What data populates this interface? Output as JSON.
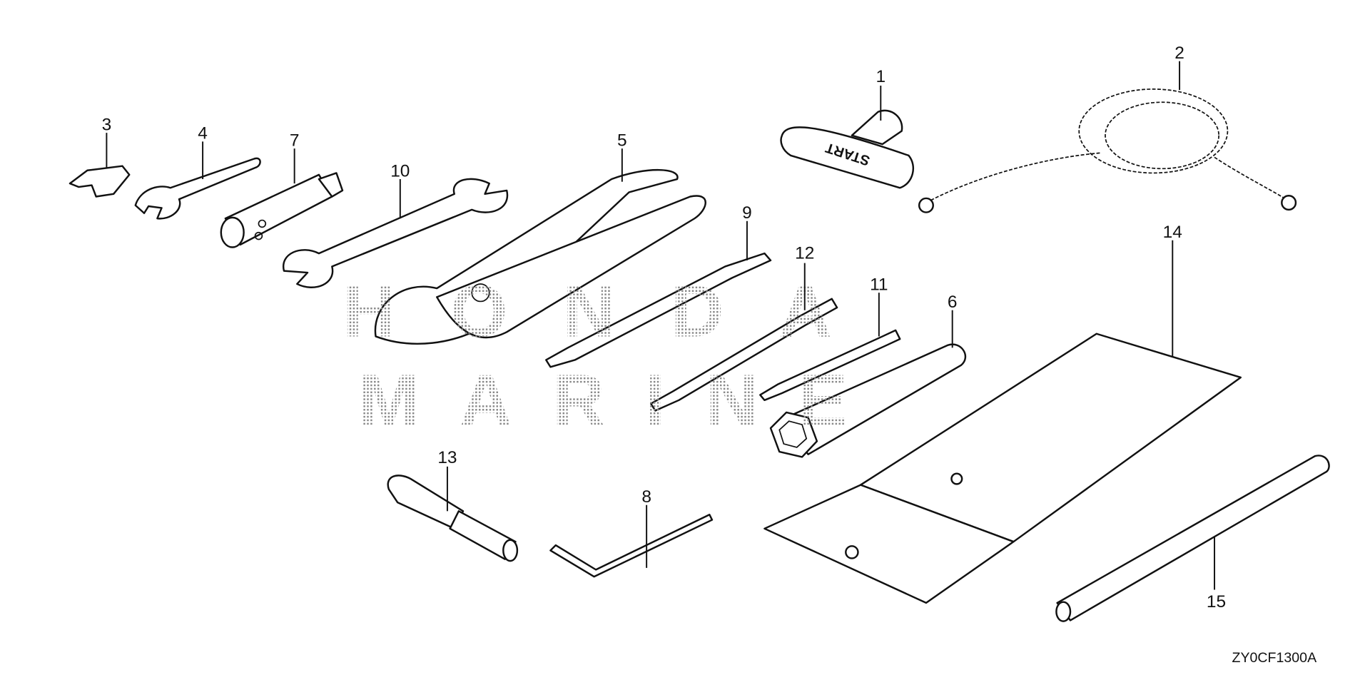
{
  "watermark": {
    "line1": "HONDA",
    "line2": "MARINE"
  },
  "diagram_code": "ZY0CF1300A",
  "grip_text": "START",
  "callouts": [
    "1",
    "2",
    "3",
    "4",
    "5",
    "6",
    "7",
    "8",
    "9",
    "10",
    "11",
    "12",
    "13",
    "14",
    "15"
  ]
}
